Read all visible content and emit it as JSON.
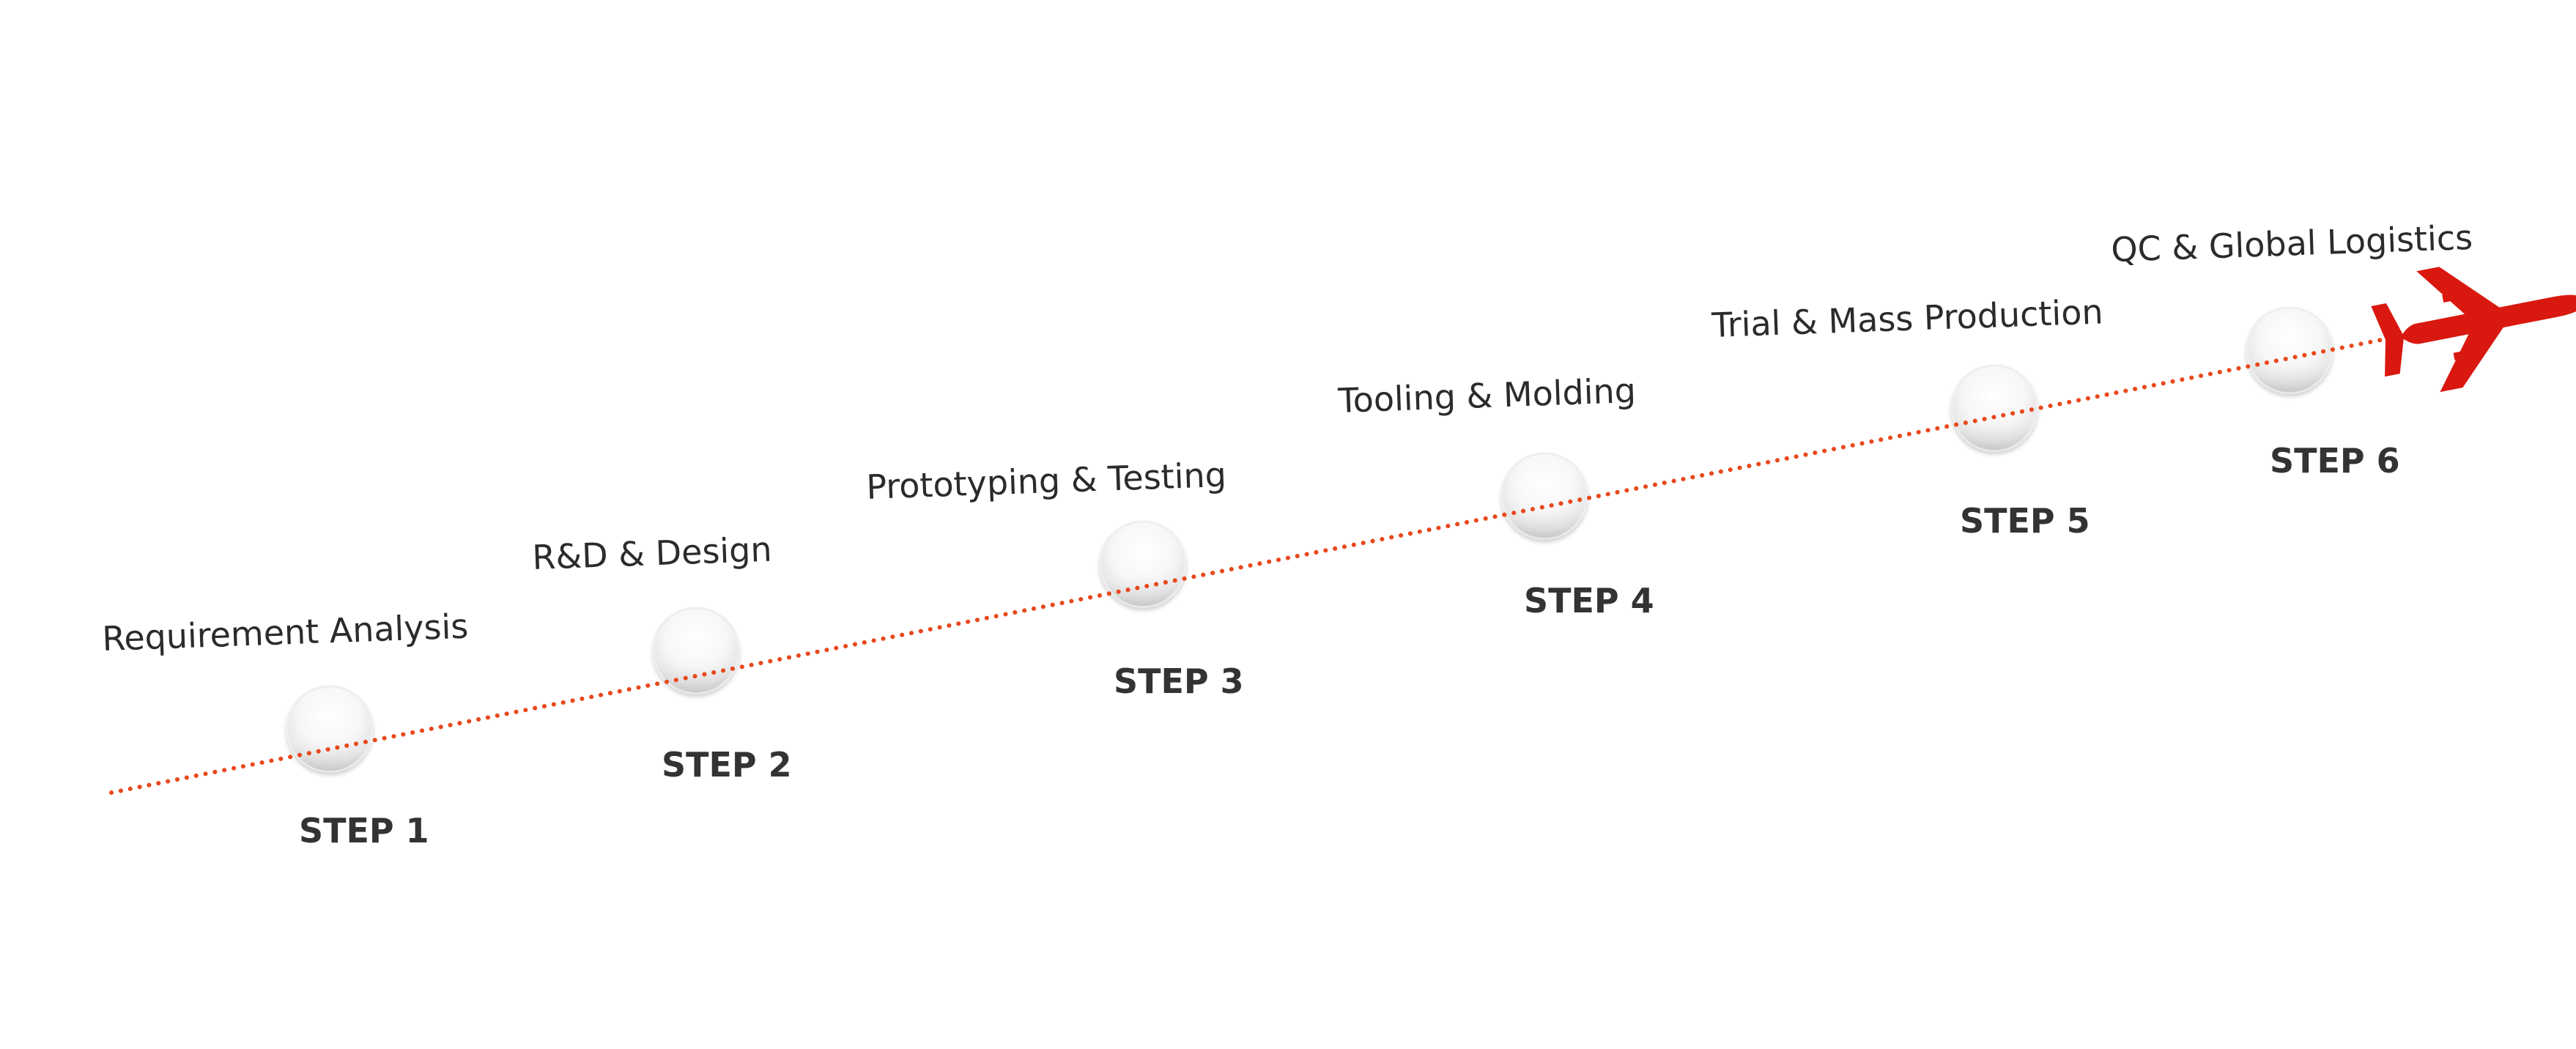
{
  "colors": {
    "path": "#e8481c",
    "plane": "#d9180f",
    "title_text": "#2b2b2b",
    "step_text": "#333333"
  },
  "route": {
    "style": "dotted"
  },
  "steps": [
    {
      "title": "Requirement Analysis",
      "label": "STEP 1"
    },
    {
      "title": "R&D & Design",
      "label": "STEP 2"
    },
    {
      "title": "Prototyping & Testing",
      "label": "STEP 3"
    },
    {
      "title": "Tooling & Molding",
      "label": "STEP 4"
    },
    {
      "title": "Trial & Mass Production",
      "label": "STEP 5"
    },
    {
      "title": "QC & Global Logistics",
      "label": "STEP 6"
    }
  ],
  "end_marker": {
    "icon": "airplane-icon"
  }
}
